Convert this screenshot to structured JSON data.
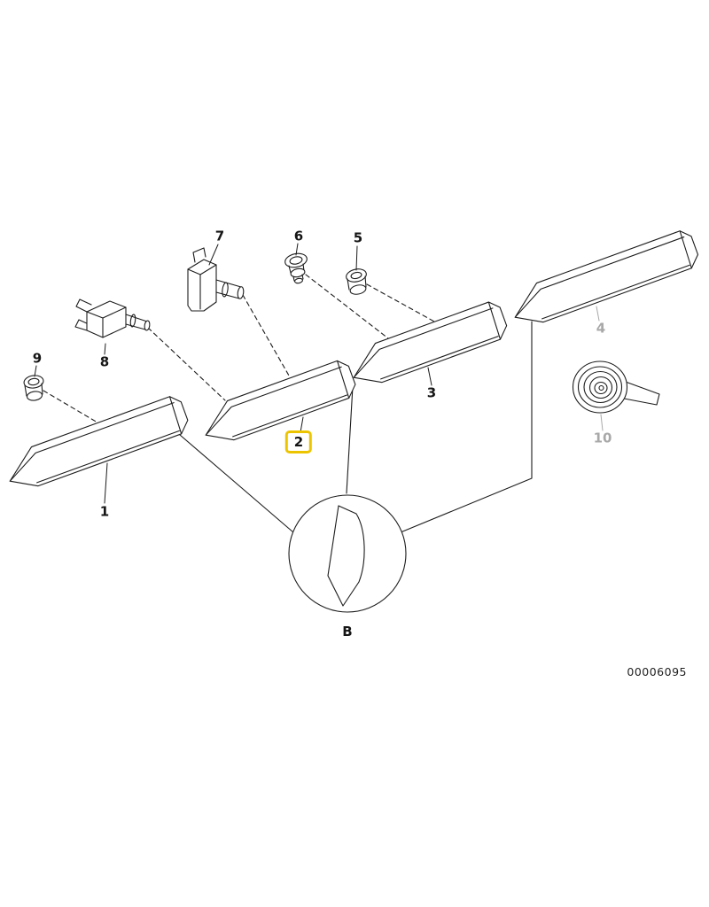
{
  "diagram": {
    "doc_number": "00006095",
    "detail": {
      "label": "B"
    },
    "highlight_color": "#edc400",
    "muted_label_color": "#a8a8a8",
    "parts": [
      {
        "num": "1",
        "style": "normal"
      },
      {
        "num": "2",
        "style": "highlighted"
      },
      {
        "num": "3",
        "style": "normal"
      },
      {
        "num": "4",
        "style": "muted"
      },
      {
        "num": "5",
        "style": "normal"
      },
      {
        "num": "6",
        "style": "normal"
      },
      {
        "num": "7",
        "style": "normal"
      },
      {
        "num": "8",
        "style": "normal"
      },
      {
        "num": "9",
        "style": "normal"
      },
      {
        "num": "10",
        "style": "muted"
      }
    ]
  }
}
